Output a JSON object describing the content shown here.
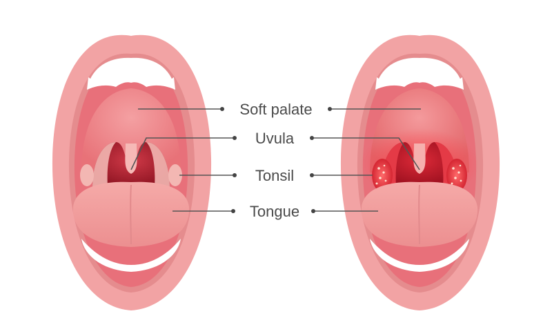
{
  "labels": {
    "soft_palate": "Soft palate",
    "uvula": "Uvula",
    "tonsil": "Tonsil",
    "tongue": "Tongue"
  },
  "colors": {
    "lip": "#f2a3a4",
    "lip_dark": "#e58c8e",
    "lip_highlight": "#f8c4c4",
    "mouth_inner": "#e8707a",
    "palate": "#f08a8c",
    "throat": "#b81e2e",
    "throat_deep": "#8e1422",
    "tongue": "#f2a0a0",
    "teeth": "#ffffff",
    "tonsil_healthy": "#f3b7b3",
    "tonsil_inflamed": "#e0303c",
    "pus_spots": "#ffe0d0",
    "label_text": "#4a4a4a",
    "leader_line": "#555555"
  },
  "panels": {
    "left": "healthy-throat",
    "right": "inflamed-throat"
  }
}
